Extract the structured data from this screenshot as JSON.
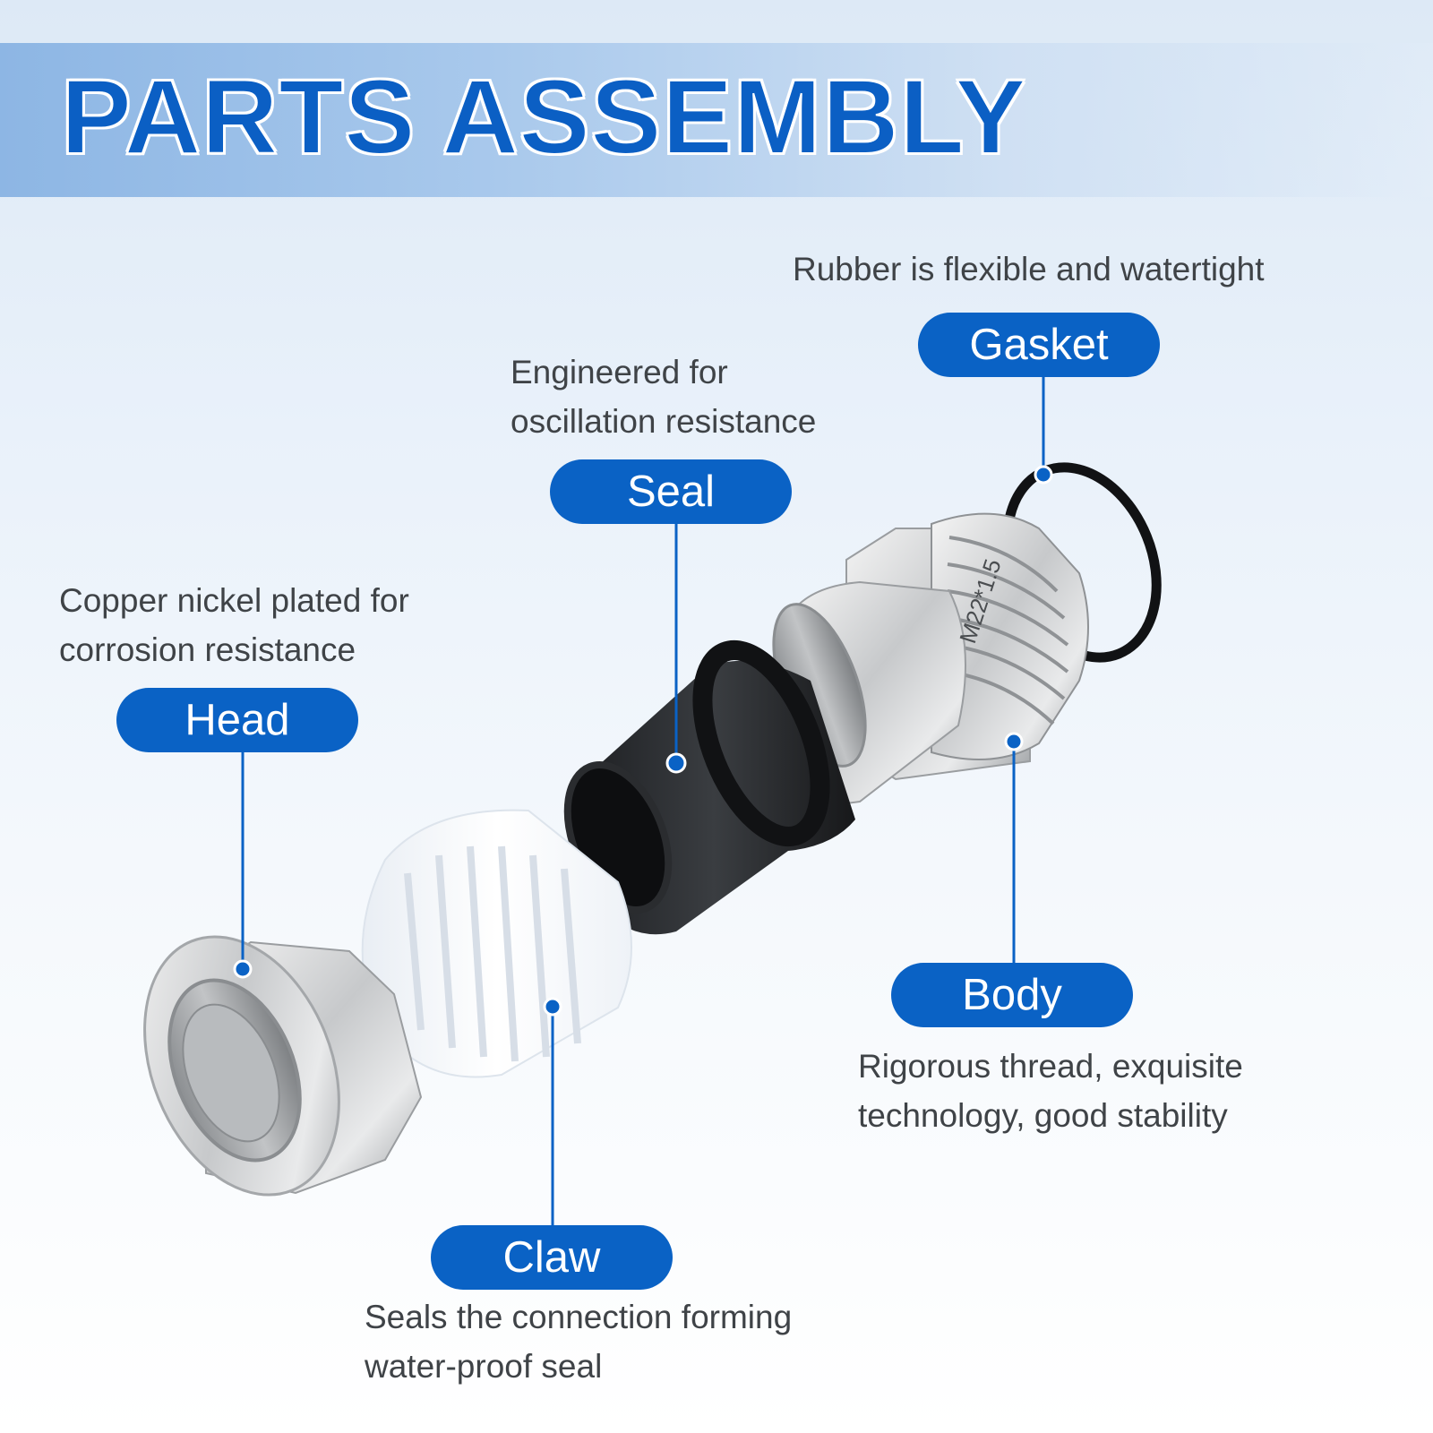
{
  "title": "PARTS ASSEMBLY",
  "parts": {
    "gasket": {
      "label": "Gasket",
      "desc": [
        "Rubber is flexible and watertight"
      ]
    },
    "seal": {
      "label": "Seal",
      "desc": [
        "Engineered for",
        "oscillation resistance"
      ]
    },
    "head": {
      "label": "Head",
      "desc": [
        "Copper nickel plated for",
        "corrosion resistance"
      ]
    },
    "body": {
      "label": "Body",
      "desc": [
        "Rigorous thread, exquisite",
        "technology, good stability"
      ]
    },
    "claw": {
      "label": "Claw",
      "desc": [
        "Seals the connection forming",
        "water-proof seal"
      ]
    }
  },
  "thread_marking": "M22*1.5",
  "colors": {
    "accent": "#0a62c5",
    "title": "#0b5fc4",
    "text": "#3f4347"
  }
}
